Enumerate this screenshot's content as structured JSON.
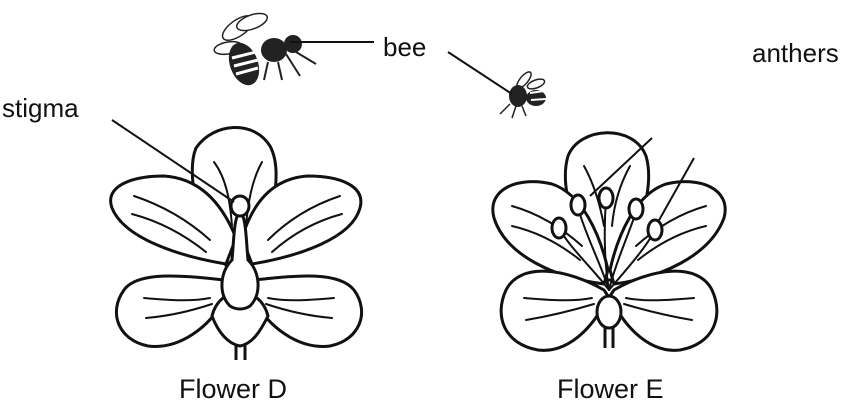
{
  "labels": {
    "bee": "bee",
    "anthers": "anthers",
    "stigma": "stigma",
    "flower_d": "Flower D",
    "flower_e": "Flower E"
  },
  "colors": {
    "ink": "#111111",
    "background": "#ffffff"
  }
}
